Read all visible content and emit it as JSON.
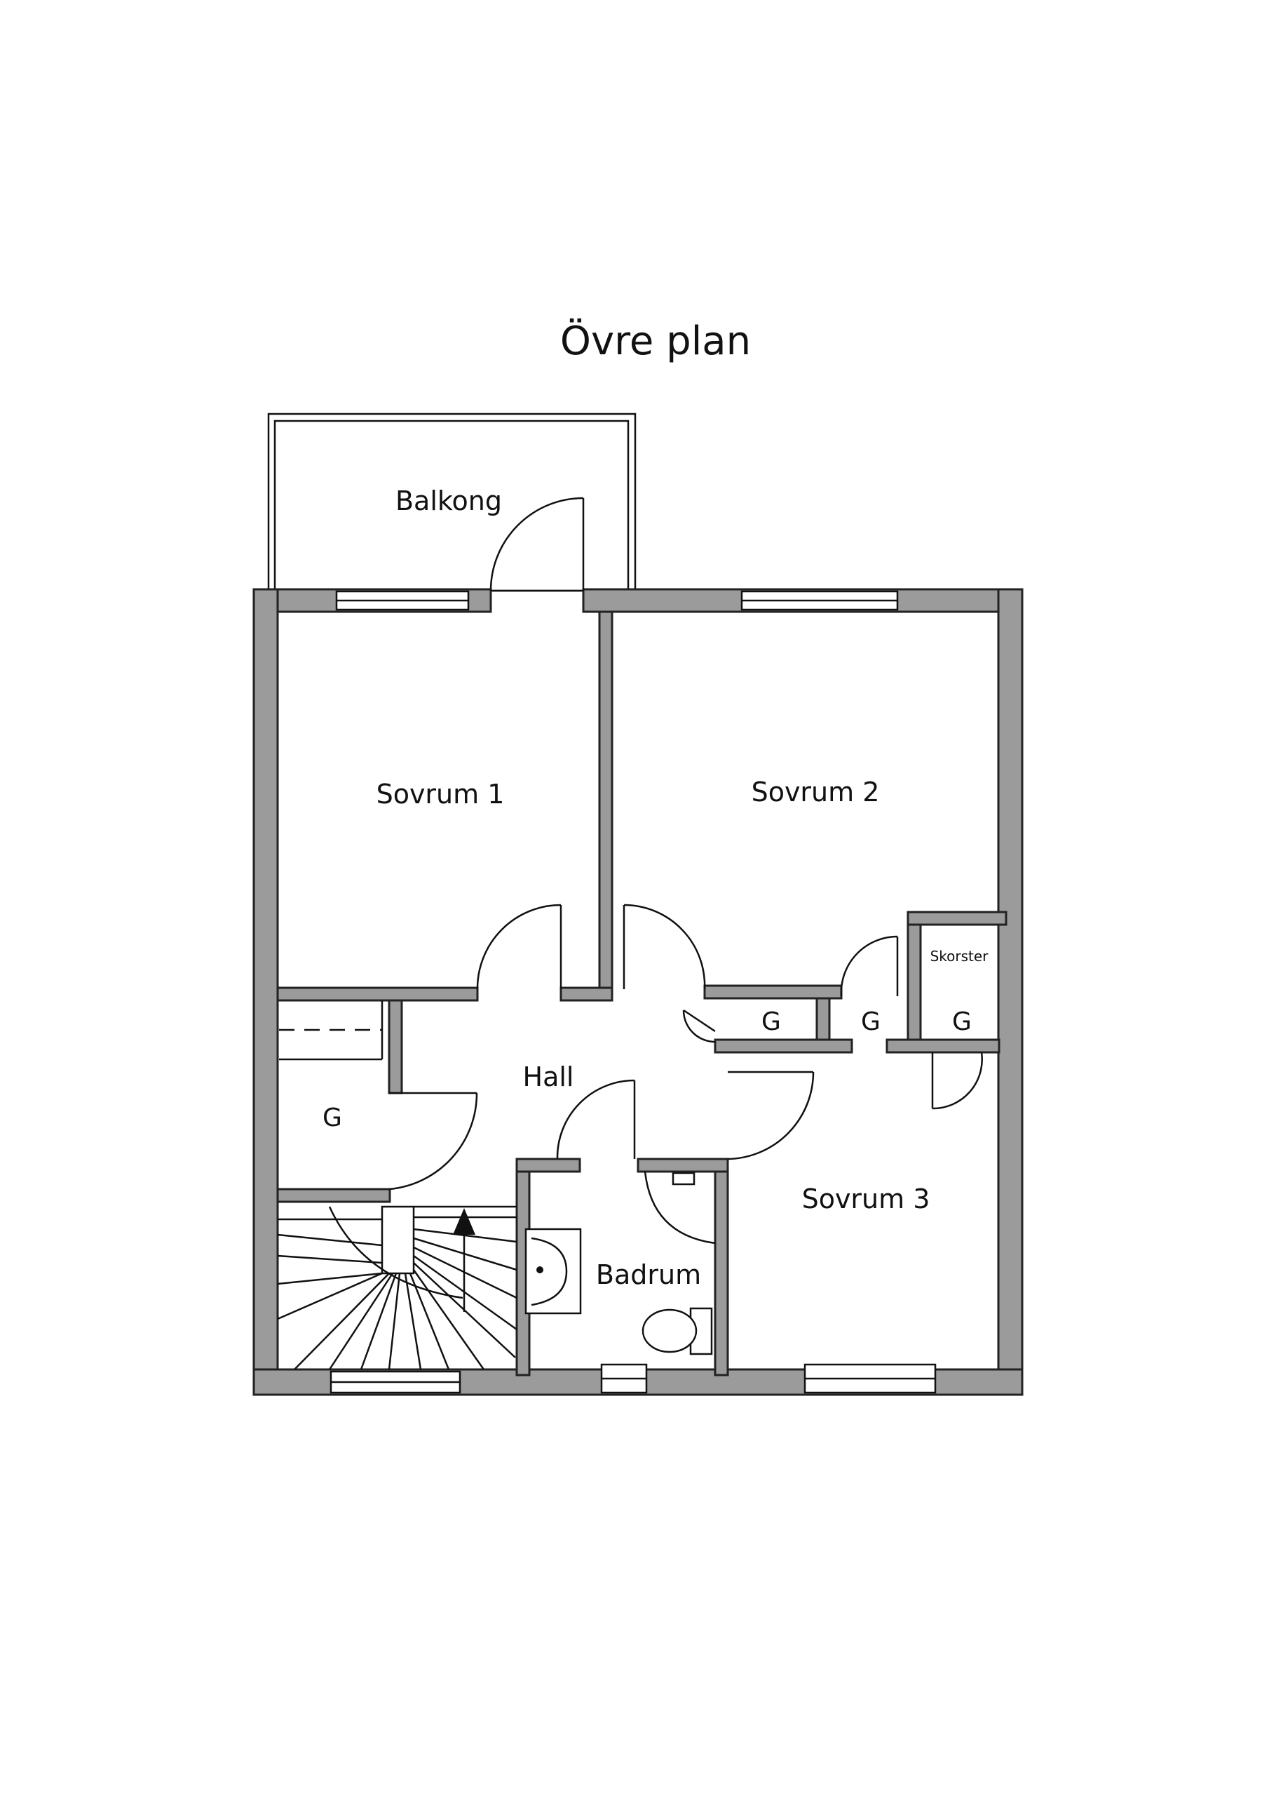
{
  "title": "Övre plan",
  "rooms": {
    "balkong": "Balkong",
    "sovrum1": "Sovrum 1",
    "sovrum2": "Sovrum 2",
    "sovrum3": "Sovrum 3",
    "hall": "Hall",
    "badrum": "Badrum",
    "skorster": "Skorster"
  },
  "closets": {
    "hall_closet": "G",
    "closet_a": "G",
    "closet_b": "G",
    "closet_c": "G"
  },
  "colors": {
    "wall": "#9b9b9b",
    "line": "#111111"
  }
}
